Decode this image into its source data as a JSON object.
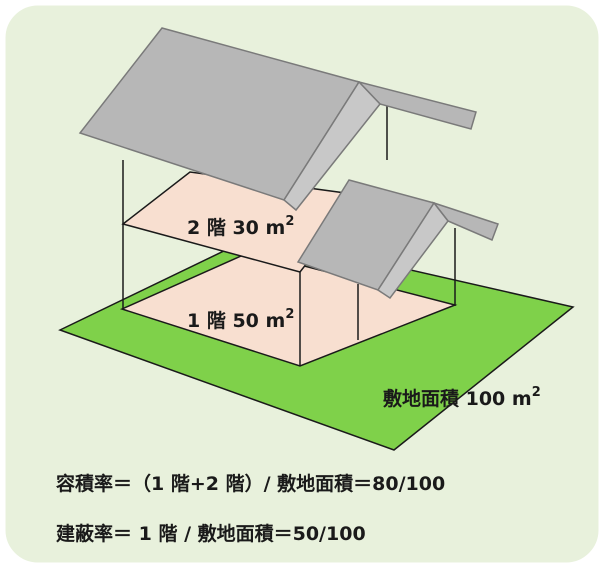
{
  "floor2": {
    "label": "2 階  30 m",
    "sup": "2"
  },
  "floor1": {
    "label": "1 階  50 m",
    "sup": "2"
  },
  "site": {
    "label": "敷地面積  100 m",
    "sup": "2"
  },
  "formulas": {
    "floor_area_ratio": "容積率＝（1 階+2 階）/ 敷地面積＝80/100",
    "building_coverage_ratio": "建蔽率＝  1 階  /  敷地面積＝50/100"
  },
  "colors": {
    "panel_bg": "#e8f1dc",
    "site_green": "#7fd14a",
    "floor_pink": "#f8dfd0",
    "roof_gray": "#b7b7b7",
    "roof_stroke": "#7a7a7a",
    "outline": "#1a1a1a"
  }
}
